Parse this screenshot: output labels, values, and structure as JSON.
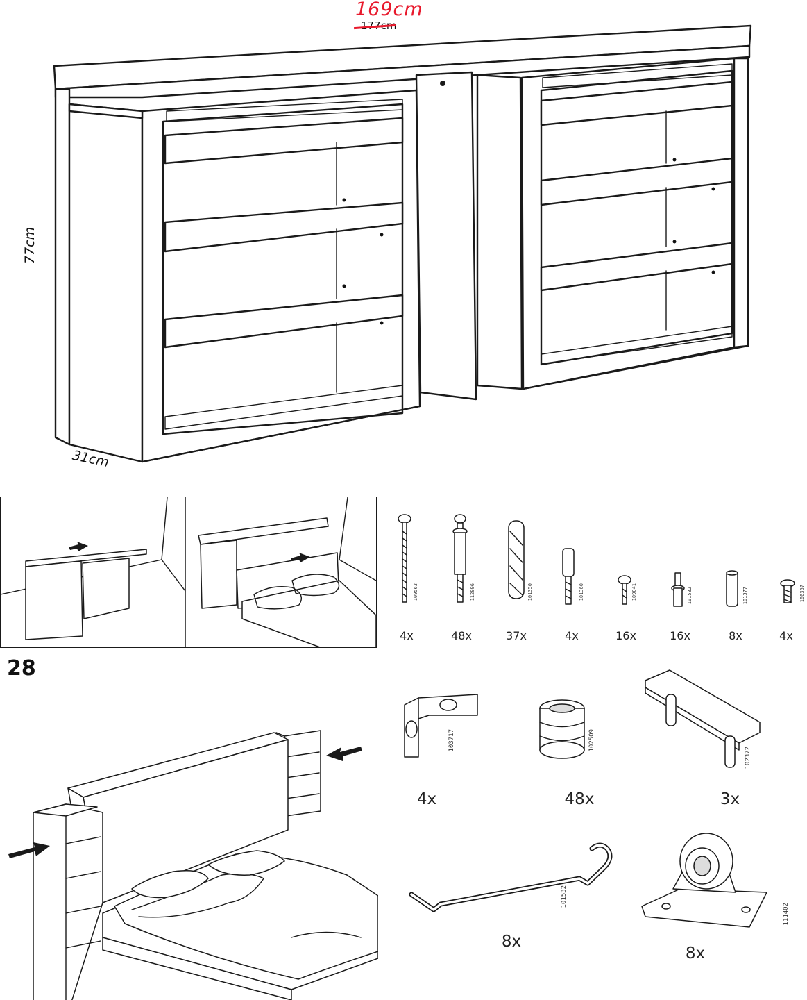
{
  "dimensions": {
    "width_handwritten": "169cm",
    "width_printed": "177cm",
    "height": "77cm",
    "depth": "31cm"
  },
  "step": {
    "number": "28"
  },
  "hardware_row1": [
    {
      "code": "109563",
      "qty": "4x"
    },
    {
      "code": "112996",
      "qty": "48x"
    },
    {
      "code": "101350",
      "qty": "37x"
    },
    {
      "code": "101360",
      "qty": "4x"
    },
    {
      "code": "109041",
      "qty": "16x"
    },
    {
      "code": "101532",
      "qty": "16x"
    },
    {
      "code": "101377",
      "qty": "8x"
    },
    {
      "code": "100367",
      "qty": "4x"
    }
  ],
  "hardware_row2": [
    {
      "code": "103717",
      "qty": "4x"
    },
    {
      "code": "102509",
      "qty": "48x"
    },
    {
      "code": "102372",
      "qty": "3x"
    }
  ],
  "hardware_row3": [
    {
      "code": "101532",
      "qty": "8x"
    },
    {
      "code": "111402",
      "qty": "8x"
    }
  ],
  "colors": {
    "annotation": "#e8192c",
    "line": "#1a1a1a"
  }
}
